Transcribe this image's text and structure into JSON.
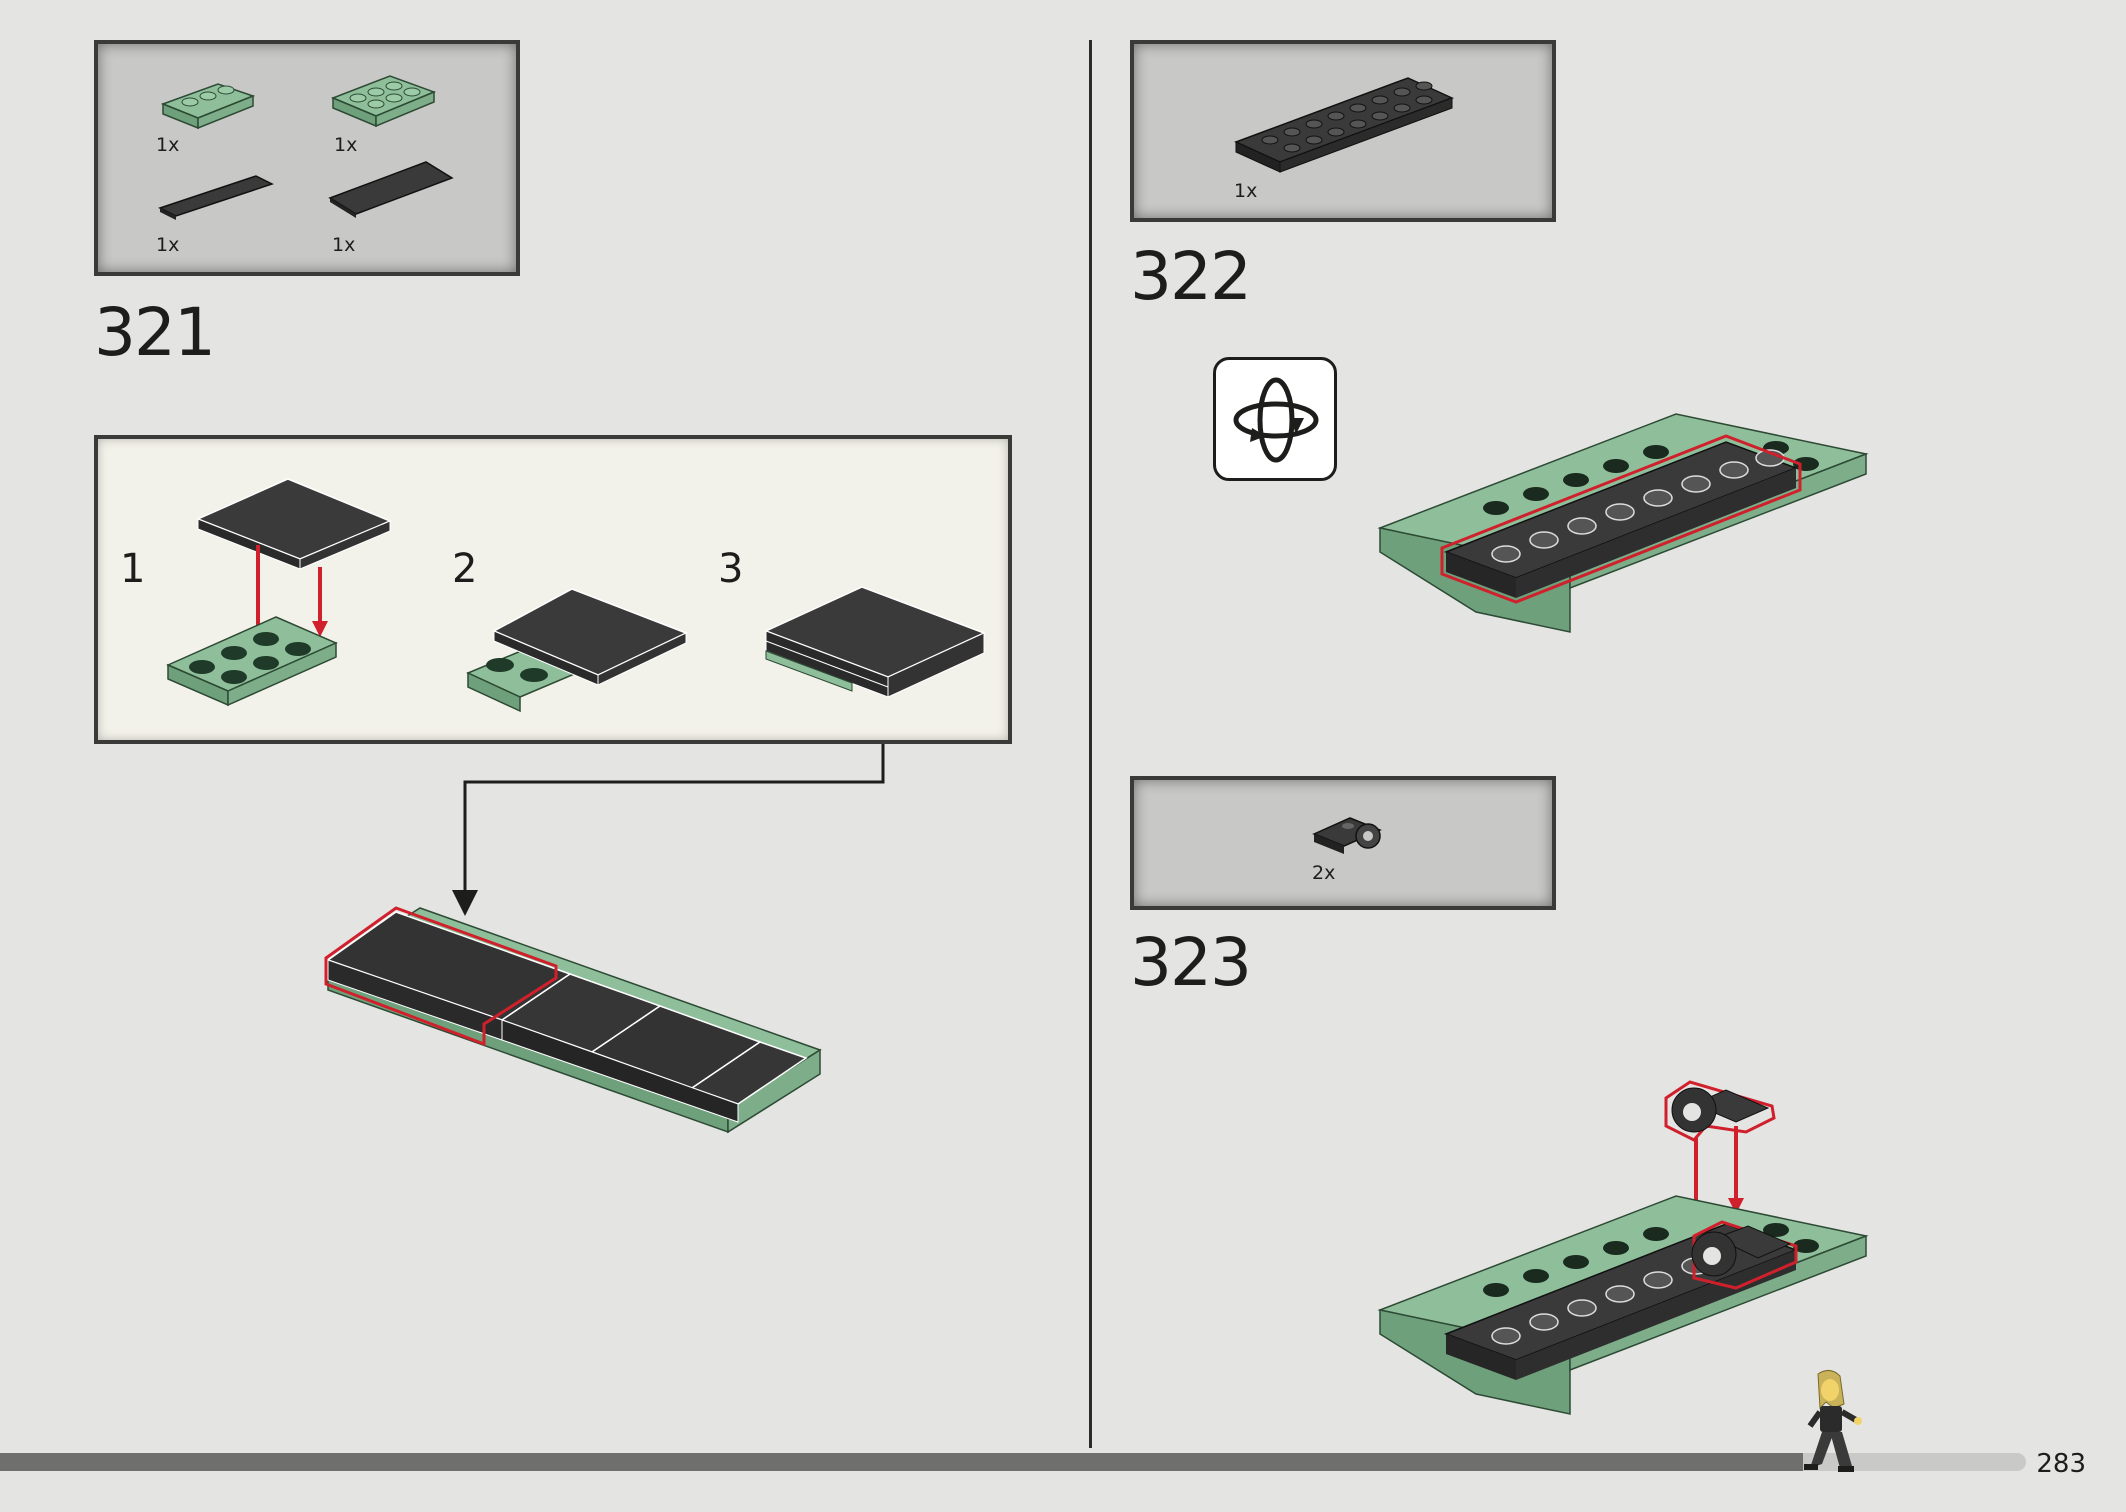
{
  "steps": {
    "s321": {
      "number": "321",
      "parts": [
        {
          "qty": "1x",
          "name": "green-plate-1x3"
        },
        {
          "qty": "1x",
          "name": "green-plate-2x3"
        },
        {
          "qty": "1x",
          "name": "black-tile-1x4"
        },
        {
          "qty": "1x",
          "name": "black-tile-2x4"
        }
      ],
      "substeps": [
        {
          "label": "1"
        },
        {
          "label": "2"
        },
        {
          "label": "3"
        }
      ]
    },
    "s322": {
      "number": "322",
      "parts": [
        {
          "qty": "1x",
          "name": "black-plate-2x8"
        }
      ]
    },
    "s323": {
      "number": "323",
      "parts": [
        {
          "qty": "2x",
          "name": "black-bracket-round"
        }
      ]
    }
  },
  "page": {
    "number": "283",
    "progress_percent": 89
  },
  "colors": {
    "sand_green": "#8fbf9a",
    "black_brick": "#3a3a3a",
    "highlight_red": "#d0202c",
    "parts_bg": "#c8c8c7",
    "sub_bg": "#f3f2ea"
  }
}
